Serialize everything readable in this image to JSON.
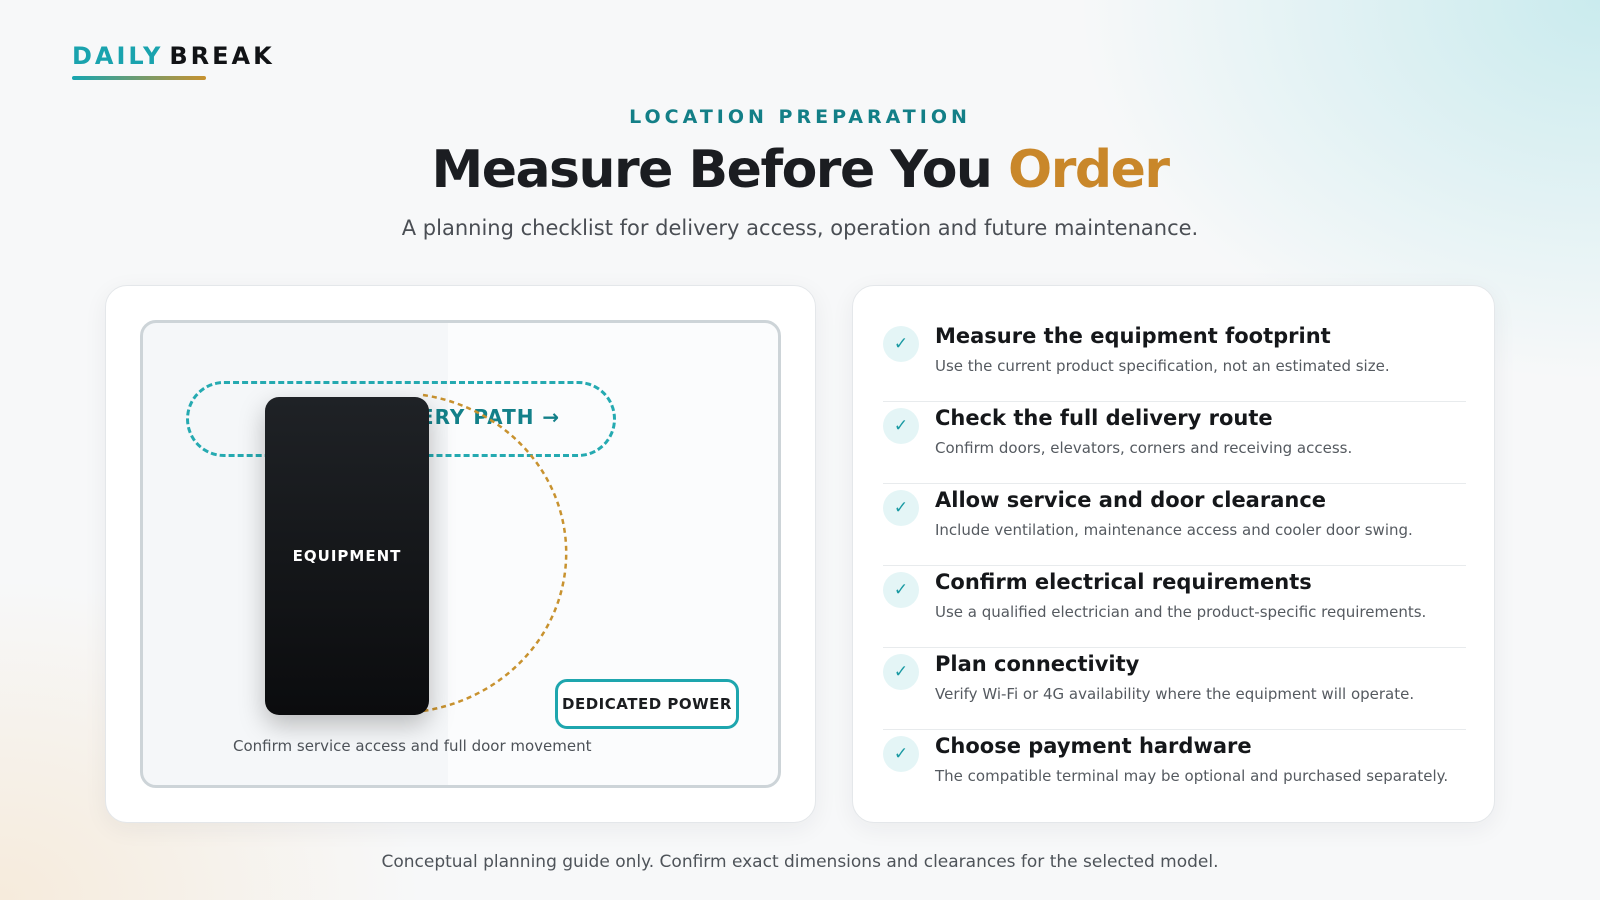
{
  "brand": {
    "daily": "DAILY",
    "break": "BREAK"
  },
  "header": {
    "eyebrow": "LOCATION PREPARATION",
    "title_main": "Measure Before You ",
    "title_accent": "Order",
    "subtitle": "A planning checklist for delivery access, operation and future maintenance."
  },
  "diagram": {
    "path_label": "DELIVERY PATH →",
    "equipment_label": "EQUIPMENT",
    "power_label": "DEDICATED POWER",
    "caption": "Confirm service access and full door movement"
  },
  "checklist": [
    {
      "title": "Measure the equipment footprint",
      "desc": "Use the current product specification, not an estimated size."
    },
    {
      "title": "Check the full delivery route",
      "desc": "Confirm doors, elevators, corners and receiving access."
    },
    {
      "title": "Allow service and door clearance",
      "desc": "Include ventilation, maintenance access and cooler door swing."
    },
    {
      "title": "Confirm electrical requirements",
      "desc": "Use a qualified electrician and the product-specific requirements."
    },
    {
      "title": "Plan connectivity",
      "desc": "Verify Wi-Fi or 4G availability where the equipment will operate."
    },
    {
      "title": "Choose payment hardware",
      "desc": "The compatible terminal may be optional and purchased separately."
    }
  ],
  "check_glyph": "✓",
  "footer": "Conceptual planning guide only. Confirm exact dimensions and clearances for the selected model.",
  "colors": {
    "teal": "#1aa3ae",
    "gold": "#c9872a",
    "dark": "#1b1d21"
  }
}
